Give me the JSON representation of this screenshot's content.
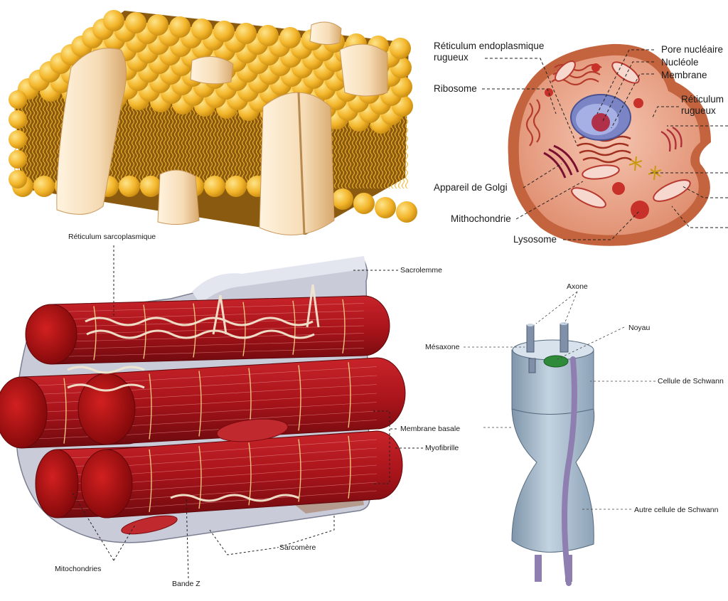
{
  "colors": {
    "lipid_head": "#f3b62b",
    "lipid_tail": "#8a5a10",
    "protein": "#f6dcb6",
    "cell_body": "#e9a58a",
    "cell_outline": "#b5512f",
    "muscle_red": "#b0141a",
    "muscle_dark": "#7a0a10",
    "reticulum": "#f2e6cf",
    "sheath": "#9fb3c6",
    "axon": "#8e7fb0",
    "nucleus_green": "#2f8a3a"
  },
  "cell": {
    "labels": {
      "rer_left": "Réticulum endoplasmique\nrugueux",
      "ribosome": "Ribosome",
      "golgi": "Appareil de Golgi",
      "mitochondria": "Mithochondrie",
      "lysosome": "Lysosome",
      "nuclear_pore": "Pore nucléaire",
      "nucleolus": "Nucléole",
      "membrane": "Membrane",
      "rer_right": "Réticulum\nrugueux"
    }
  },
  "muscle": {
    "labels": {
      "sarcoplasmic_reticulum": "Réticulum sarcoplasmique",
      "sarcolemma": "Sacrolemme",
      "basal_membrane": "Membrane basale",
      "myofibril": "Myofibrille",
      "sarcomere": "Sarcomère",
      "mitochondria": "Mitochondries",
      "z_band": "Bande Z"
    }
  },
  "nerve": {
    "labels": {
      "axon": "Axone",
      "nucleus": "Noyau",
      "mesaxon": "Mésaxone",
      "schwann_cell": "Cellule de Schwann",
      "other_schwann_cell": "Autre cellule de Schwann"
    }
  }
}
